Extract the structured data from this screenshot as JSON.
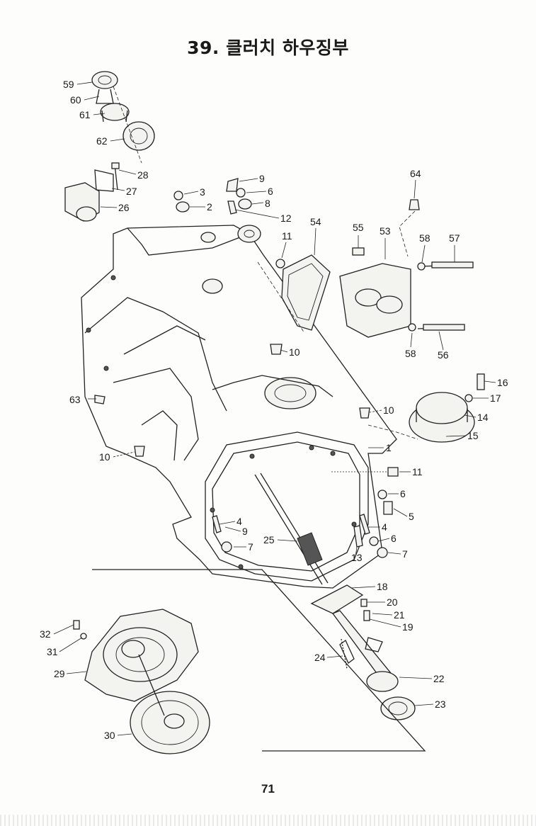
{
  "page": {
    "title": "39. 클러치 하우징부",
    "page_number": "71"
  },
  "callouts": [
    {
      "id": "c59",
      "text": "59"
    },
    {
      "id": "c60",
      "text": "60"
    },
    {
      "id": "c61",
      "text": "61"
    },
    {
      "id": "c62",
      "text": "62"
    },
    {
      "id": "c28",
      "text": "28"
    },
    {
      "id": "c27",
      "text": "27"
    },
    {
      "id": "c26",
      "text": "26"
    },
    {
      "id": "c3",
      "text": "3"
    },
    {
      "id": "c2",
      "text": "2"
    },
    {
      "id": "c9a",
      "text": "9"
    },
    {
      "id": "c6a",
      "text": "6"
    },
    {
      "id": "c8",
      "text": "8"
    },
    {
      "id": "c12",
      "text": "12"
    },
    {
      "id": "c64",
      "text": "64"
    },
    {
      "id": "c11a",
      "text": "11"
    },
    {
      "id": "c54",
      "text": "54"
    },
    {
      "id": "c55",
      "text": "55"
    },
    {
      "id": "c53",
      "text": "53"
    },
    {
      "id": "c58a",
      "text": "58"
    },
    {
      "id": "c57",
      "text": "57"
    },
    {
      "id": "c58b",
      "text": "58"
    },
    {
      "id": "c56",
      "text": "56"
    },
    {
      "id": "c10a",
      "text": "10"
    },
    {
      "id": "c16",
      "text": "16"
    },
    {
      "id": "c17",
      "text": "17"
    },
    {
      "id": "c14",
      "text": "14"
    },
    {
      "id": "c15",
      "text": "15"
    },
    {
      "id": "c63",
      "text": "63"
    },
    {
      "id": "c10b",
      "text": "10"
    },
    {
      "id": "c10c",
      "text": "10"
    },
    {
      "id": "c1",
      "text": "1"
    },
    {
      "id": "c11b",
      "text": "11"
    },
    {
      "id": "c6b",
      "text": "6"
    },
    {
      "id": "c5",
      "text": "5"
    },
    {
      "id": "c4a",
      "text": "4"
    },
    {
      "id": "c9b",
      "text": "9"
    },
    {
      "id": "c7a",
      "text": "7"
    },
    {
      "id": "c25",
      "text": "25"
    },
    {
      "id": "c4b",
      "text": "4"
    },
    {
      "id": "c6c",
      "text": "6"
    },
    {
      "id": "c13",
      "text": "13"
    },
    {
      "id": "c7b",
      "text": "7"
    },
    {
      "id": "c18",
      "text": "18"
    },
    {
      "id": "c20",
      "text": "20"
    },
    {
      "id": "c21",
      "text": "21"
    },
    {
      "id": "c19",
      "text": "19"
    },
    {
      "id": "c32",
      "text": "32"
    },
    {
      "id": "c31",
      "text": "31"
    },
    {
      "id": "c29",
      "text": "29"
    },
    {
      "id": "c24",
      "text": "24"
    },
    {
      "id": "c22",
      "text": "22"
    },
    {
      "id": "c23",
      "text": "23"
    },
    {
      "id": "c30",
      "text": "30"
    }
  ]
}
